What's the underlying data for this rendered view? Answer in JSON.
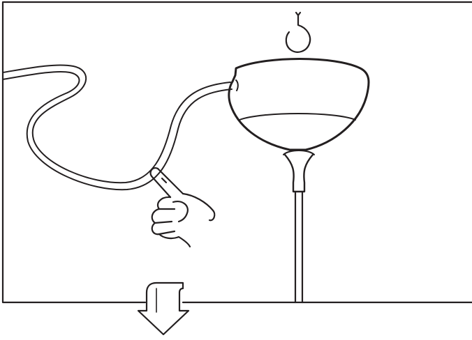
{
  "illustration": {
    "kind": "line-art instruction diagram",
    "elements": [
      "frame",
      "ceiling-hook-icon",
      "cable",
      "canopy-cover",
      "stem",
      "pointing-hand-icon",
      "down-arrow-icon"
    ]
  },
  "colors": {
    "stroke": "#231f20",
    "background": "#ffffff"
  }
}
